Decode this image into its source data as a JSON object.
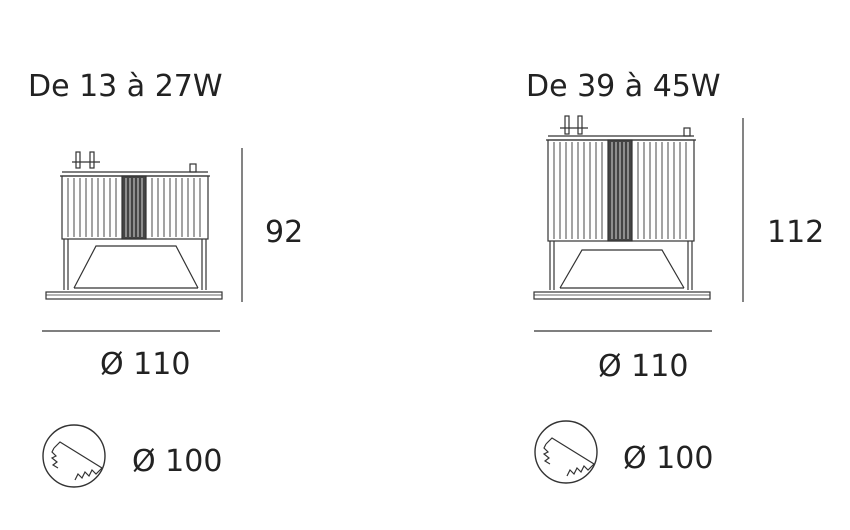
{
  "variants": [
    {
      "power_range": "De 13 à 27W",
      "height": "92",
      "diameter": "Ø 110",
      "cutout": "Ø 100"
    },
    {
      "power_range": "De 39 à 45W",
      "height": "112",
      "diameter": "Ø 110",
      "cutout": "Ø 100"
    }
  ],
  "colors": {
    "line": "#333333",
    "text": "#222222"
  },
  "icons": {
    "cutout": "saw-cutout-icon"
  }
}
